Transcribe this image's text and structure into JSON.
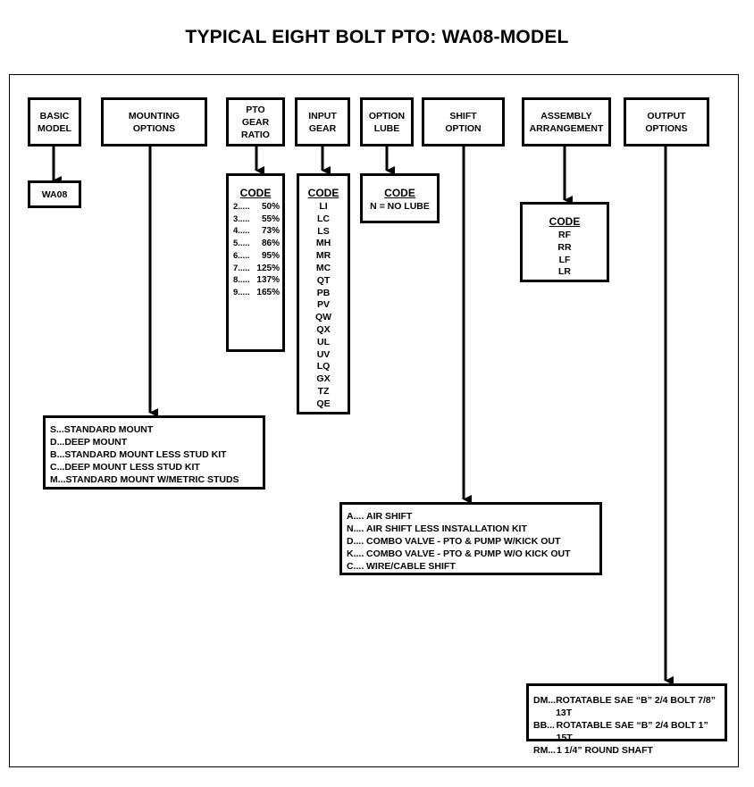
{
  "title": "TYPICAL EIGHT BOLT PTO: WA08-MODEL",
  "headers": {
    "basic_model": "BASIC\nMODEL",
    "mounting_options": "MOUNTING\nOPTIONS",
    "pto_gear_ratio": "PTO\nGEAR\nRATIO",
    "input_gear": "INPUT\nGEAR",
    "option_lube": "OPTION\nLUBE",
    "shift_option": "SHIFT\nOPTION",
    "assembly_arrangement": "ASSEMBLY\nARRANGEMENT",
    "output_options": "OUTPUT\nOPTIONS"
  },
  "basic_model": {
    "value": "WA08"
  },
  "gear_ratio": {
    "code_label": "CODE",
    "rows": [
      {
        "code": "2.....",
        "value": "50%"
      },
      {
        "code": "3.....",
        "value": "55%"
      },
      {
        "code": "4.....",
        "value": "73%"
      },
      {
        "code": "5.....",
        "value": "86%"
      },
      {
        "code": "6.....",
        "value": "95%"
      },
      {
        "code": "7.....",
        "value": "125%"
      },
      {
        "code": "8.....",
        "value": "137%"
      },
      {
        "code": "9.....",
        "value": "165%"
      }
    ]
  },
  "input_gear": {
    "code_label": "CODE",
    "codes": [
      "LI",
      "LC",
      "LS",
      "MH",
      "MR",
      "MC",
      "QT",
      "PB",
      "PV",
      "QW",
      "QX",
      "UL",
      "UV",
      "LQ",
      "GX",
      "TZ",
      "QE"
    ]
  },
  "option_lube": {
    "code_label": "CODE",
    "value": "N = NO LUBE"
  },
  "assembly": {
    "code_label": "CODE",
    "codes": [
      "RF",
      "RR",
      "LF",
      "LR"
    ]
  },
  "mounting": {
    "items": [
      "S...STANDARD MOUNT",
      "D...DEEP MOUNT",
      "B...STANDARD MOUNT LESS STUD KIT",
      "C...DEEP MOUNT LESS STUD KIT",
      "M...STANDARD MOUNT W/METRIC STUDS"
    ]
  },
  "shift": {
    "items": [
      {
        "code": "A....",
        "desc": "AIR SHIFT"
      },
      {
        "code": "N....",
        "desc": "AIR SHIFT LESS INSTALLATION KIT"
      },
      {
        "code": "D....",
        "desc": "COMBO VALVE - PTO & PUMP W/KICK OUT"
      },
      {
        "code": "K....",
        "desc": "COMBO VALVE - PTO & PUMP W/O KICK OUT"
      },
      {
        "code": "C....",
        "desc": "WIRE/CABLE SHIFT"
      }
    ]
  },
  "output": {
    "items": [
      {
        "code": "DM...",
        "desc": "ROTATABLE SAE “B” 2/4 BOLT 7/8” 13T"
      },
      {
        "code": "BB...",
        "desc": "ROTATABLE SAE “B” 2/4 BOLT 1” 15T"
      },
      {
        "code": "RM...",
        "desc": "1 1/4” ROUND SHAFT"
      }
    ]
  }
}
